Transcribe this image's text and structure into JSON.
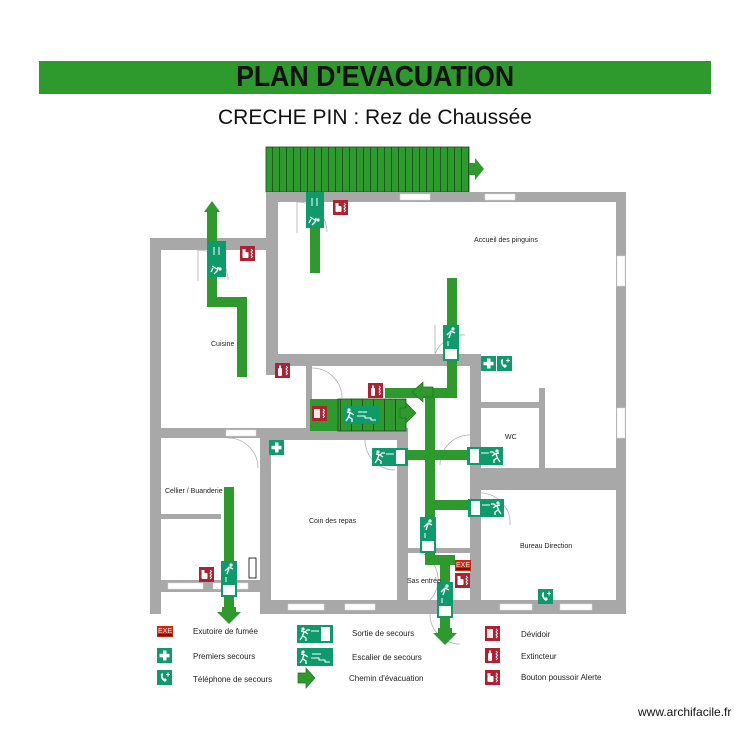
{
  "header": {
    "title": "PLAN D'EVACUATION",
    "subtitle": "CRECHE PIN : Rez de Chaussée",
    "banner_color": "#2e9a2e"
  },
  "rooms": [
    {
      "name": "Accueil des pinguins"
    },
    {
      "name": "Cuisine"
    },
    {
      "name": "WC"
    },
    {
      "name": "Cellier / Buanderie"
    },
    {
      "name": "Coin des repas"
    },
    {
      "name": "Bureau Direction"
    },
    {
      "name": "Sas entrée"
    }
  ],
  "signage": {
    "smoke_vent_text": "EXE",
    "colors": {
      "safety_green": "#0e9a6a",
      "path_green": "#2e9a2e",
      "fire_red": "#b02030",
      "wall_gray": "#a8a8a8"
    }
  },
  "legend": {
    "items": [
      {
        "icon": "smoke-vent-icon",
        "label": "Exutoire de fumée"
      },
      {
        "icon": "first-aid-icon",
        "label": "Premiers secours"
      },
      {
        "icon": "emergency-phone-icon",
        "label": "Téléphone de secours"
      },
      {
        "icon": "emergency-exit-icon",
        "label": "Sortie de secours"
      },
      {
        "icon": "emergency-stairs-icon",
        "label": "Escalier de secours"
      },
      {
        "icon": "evacuation-arrow-icon",
        "label": "Chemin d'évacuation"
      },
      {
        "icon": "fire-hose-icon",
        "label": "Dévidoir"
      },
      {
        "icon": "fire-extinguisher-icon",
        "label": "Extincteur"
      },
      {
        "icon": "alarm-button-icon",
        "label": "Bouton poussoir Alerte"
      }
    ]
  },
  "footer": {
    "watermark": "www.archifacile.fr"
  }
}
